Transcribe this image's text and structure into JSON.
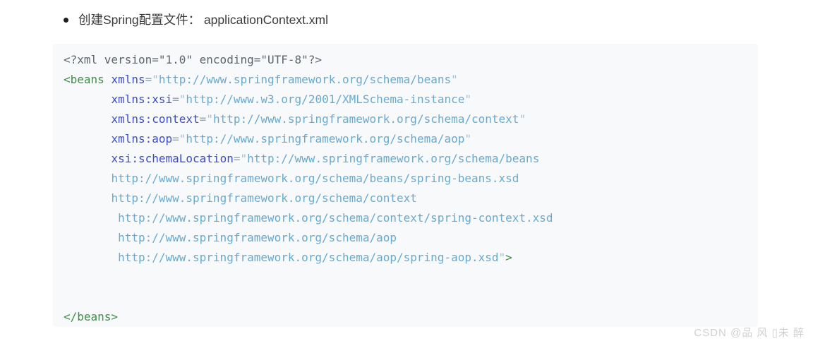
{
  "bullet_item": {
    "text": "创建Spring配置文件： applicationContext.xml"
  },
  "code_block": {
    "language": "xml",
    "lines": [
      [
        {
          "t": "<?xml version=\"1.0\" encoding=\"UTF-8\"?>",
          "c": "meta"
        }
      ],
      [
        {
          "t": "<beans",
          "c": "tag"
        },
        {
          "t": " ",
          "c": "plain"
        },
        {
          "t": "xmlns",
          "c": "attr"
        },
        {
          "t": "=",
          "c": "eq"
        },
        {
          "t": "\"",
          "c": "quote"
        },
        {
          "t": "http://www.springframework.org/schema/beans",
          "c": "str"
        },
        {
          "t": "\"",
          "c": "quote"
        }
      ],
      [
        {
          "t": "       ",
          "c": "plain"
        },
        {
          "t": "xmlns:xsi",
          "c": "attr"
        },
        {
          "t": "=",
          "c": "eq"
        },
        {
          "t": "\"",
          "c": "quote"
        },
        {
          "t": "http://www.w3.org/2001/XMLSchema-instance",
          "c": "str"
        },
        {
          "t": "\"",
          "c": "quote"
        }
      ],
      [
        {
          "t": "       ",
          "c": "plain"
        },
        {
          "t": "xmlns:context",
          "c": "attr"
        },
        {
          "t": "=",
          "c": "eq"
        },
        {
          "t": "\"",
          "c": "quote"
        },
        {
          "t": "http://www.springframework.org/schema/context",
          "c": "str"
        },
        {
          "t": "\"",
          "c": "quote"
        }
      ],
      [
        {
          "t": "       ",
          "c": "plain"
        },
        {
          "t": "xmlns:aop",
          "c": "attr"
        },
        {
          "t": "=",
          "c": "eq"
        },
        {
          "t": "\"",
          "c": "quote"
        },
        {
          "t": "http://www.springframework.org/schema/aop",
          "c": "str"
        },
        {
          "t": "\"",
          "c": "quote"
        }
      ],
      [
        {
          "t": "       ",
          "c": "plain"
        },
        {
          "t": "xsi:schemaLocation",
          "c": "attr"
        },
        {
          "t": "=",
          "c": "eq"
        },
        {
          "t": "\"",
          "c": "quote"
        },
        {
          "t": "http://www.springframework.org/schema/beans",
          "c": "str"
        }
      ],
      [
        {
          "t": "       ",
          "c": "plain"
        },
        {
          "t": "http://www.springframework.org/schema/beans/spring-beans.xsd",
          "c": "str"
        }
      ],
      [
        {
          "t": "       ",
          "c": "plain"
        },
        {
          "t": "http://www.springframework.org/schema/context",
          "c": "str"
        }
      ],
      [
        {
          "t": "        ",
          "c": "plain"
        },
        {
          "t": "http://www.springframework.org/schema/context/spring-context.xsd",
          "c": "str"
        }
      ],
      [
        {
          "t": "        ",
          "c": "plain"
        },
        {
          "t": "http://www.springframework.org/schema/aop",
          "c": "str"
        }
      ],
      [
        {
          "t": "        ",
          "c": "plain"
        },
        {
          "t": "http://www.springframework.org/schema/aop/spring-aop.xsd",
          "c": "str"
        },
        {
          "t": "\"",
          "c": "quote"
        },
        {
          "t": ">",
          "c": "tag"
        }
      ],
      [],
      [],
      [
        {
          "t": "</beans>",
          "c": "tag"
        }
      ]
    ]
  },
  "watermark": {
    "text": "CSDN @品 风 ▯未 醉"
  },
  "colors": {
    "page_bg": "#ffffff",
    "code_bg": "#f8f9fa",
    "bullet_text": "#3b3b3b",
    "meta": "#5d646e",
    "tag": "#3e8e4b",
    "attr": "#3b4dc8",
    "str": "#68aacf",
    "quote": "#aabfce",
    "eq": "#8ea2b0",
    "plain": "#44494f",
    "watermark": "#d0d0d0"
  }
}
